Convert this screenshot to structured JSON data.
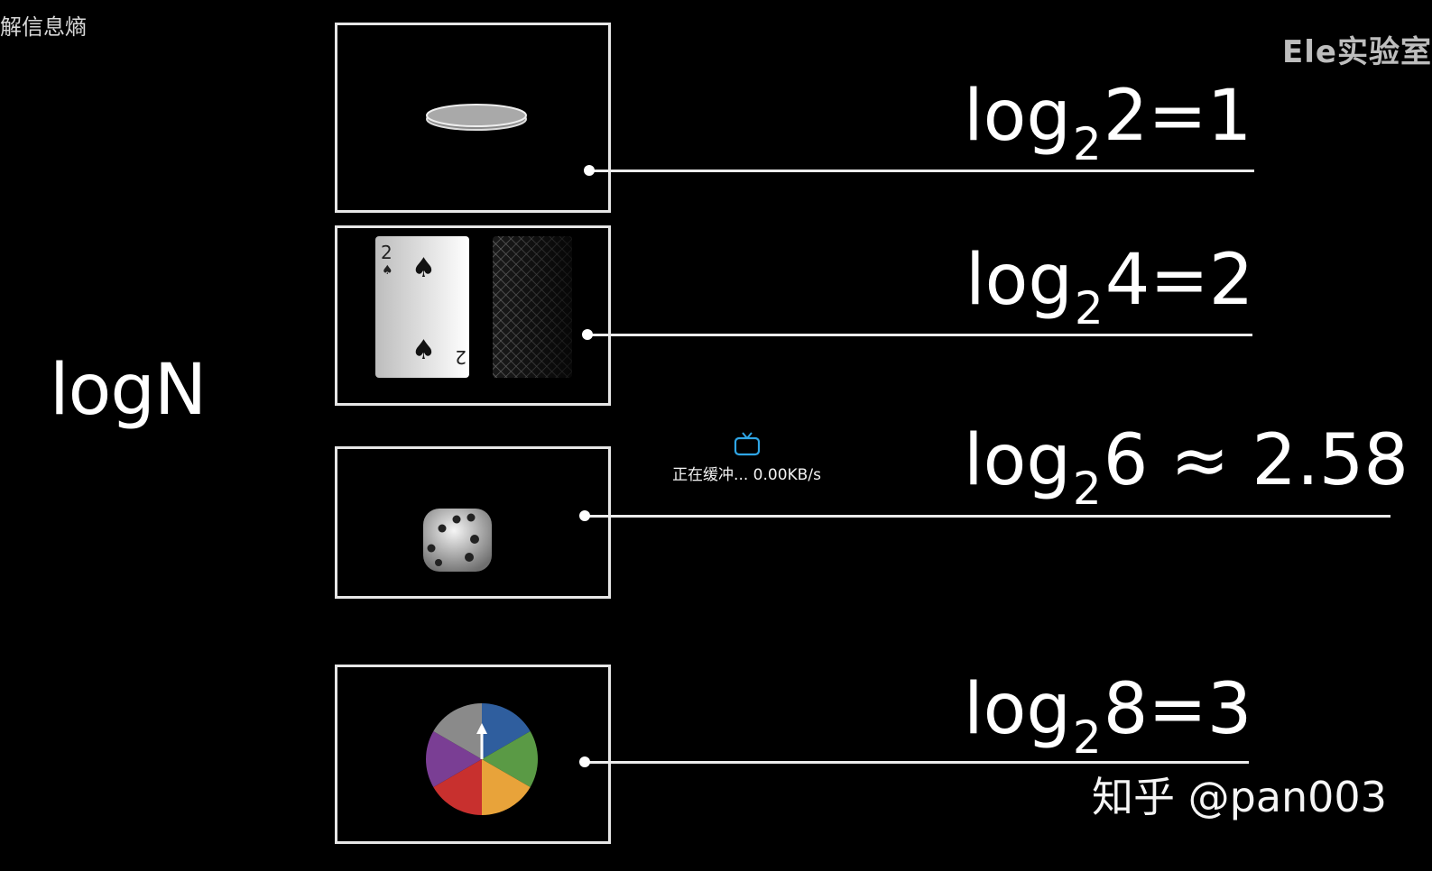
{
  "header": {
    "title": "解信息熵",
    "watermark": "Ele实验室"
  },
  "main_label": "logN",
  "rows": [
    {
      "id": "coin",
      "formula": {
        "prefix": "log",
        "base": "2",
        "arg": "2",
        "rel": "=",
        "result": "1"
      }
    },
    {
      "id": "cards",
      "formula": {
        "prefix": "log",
        "base": "2",
        "arg": "4",
        "rel": "=",
        "result": "2"
      }
    },
    {
      "id": "dice",
      "formula": {
        "prefix": "log",
        "base": "2",
        "arg": "6",
        "rel": " ≈ ",
        "result": "2.58"
      }
    },
    {
      "id": "wheel",
      "formula": {
        "prefix": "log",
        "base": "2",
        "arg": "8",
        "rel": "=",
        "result": "3"
      }
    }
  ],
  "card": {
    "rank": "2",
    "suit": "♠"
  },
  "buffer": {
    "text": "正在缓冲... 0.00KB/s",
    "icon": "tv-icon",
    "color": "#2fa6e6"
  },
  "credit": "知乎 @pan003",
  "wheel_colors": [
    "#2f5e9e",
    "#5a9a45",
    "#e8a33a",
    "#c8302e",
    "#7a3e94",
    "#8a8a8a"
  ]
}
